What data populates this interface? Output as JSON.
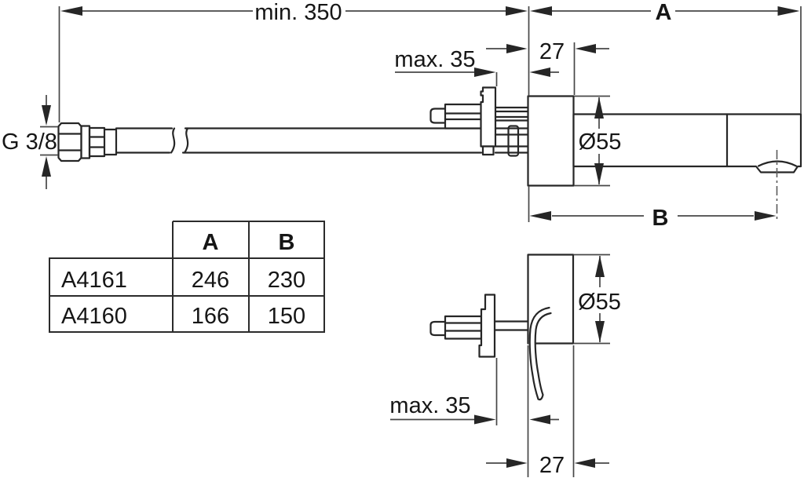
{
  "colors": {
    "background": "#ffffff",
    "line": "#262626",
    "dimension_line": "#474747",
    "text": "#161616"
  },
  "top_view": {
    "labels": {
      "min_length": "min. 350",
      "projection": "A",
      "flange_depth": "27",
      "max_wall": "max. 35",
      "diameter": "Ø55",
      "spout_reach": "B",
      "thread": "G 3/8"
    }
  },
  "bottom_view": {
    "labels": {
      "diameter": "Ø55",
      "max_wall": "max. 35",
      "flange_depth": "27"
    }
  },
  "table": {
    "columns": {
      "a": "A",
      "b": "B"
    },
    "rows": [
      {
        "model": "A4161",
        "a": "246",
        "b": "230"
      },
      {
        "model": "A4160",
        "a": "166",
        "b": "150"
      }
    ]
  }
}
